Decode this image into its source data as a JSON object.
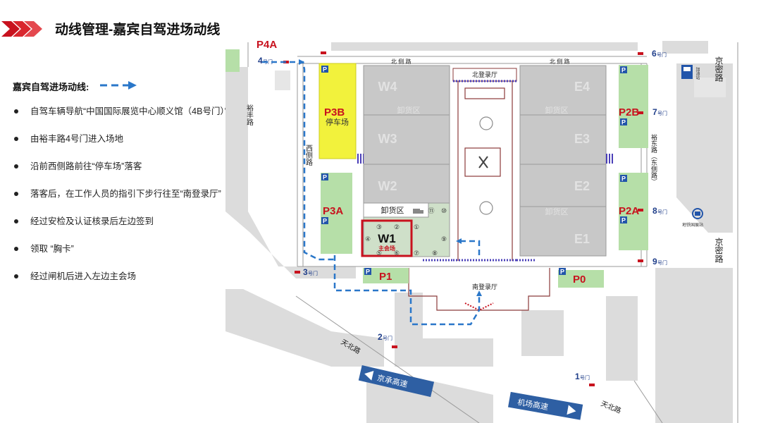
{
  "header": {
    "title": "动线管理-嘉宾自驾进场动线"
  },
  "legend": {
    "title": "嘉宾自驾进场动线:",
    "steps": [
      "自驾车辆导航“中国国际展览中心顺义馆（4B号门）”",
      "由裕丰路4号门进入场地",
      "沿前西侧路前往“停车场”落客",
      "落客后，在工作人员的指引下步行往至“南登录厅”",
      "经过安检及认证核录后左边签到",
      "领取 “胸卡”",
      "经过闸机后进入左边主会场"
    ]
  },
  "map": {
    "roads": {
      "north_side_1": "北 侧 路",
      "north_side_2": "北 侧 路",
      "yufeng": "裕丰路",
      "west_side": "西侧路",
      "yudong": "裕东路（东侧路）",
      "jingmi_1": "京密路",
      "jingmi_2": "京密路",
      "tianbei_1": "天北路",
      "tianbei_2": "天北路",
      "jingcheng": "京承高速",
      "airport": "机场高速"
    },
    "halls": {
      "w4": "W4",
      "w3": "W3",
      "w2": "W2",
      "w1": "W1",
      "e4": "E4",
      "e3": "E3",
      "e2": "E2",
      "e1": "E1",
      "unload_1": "卸货区",
      "unload_2": "卸货区",
      "unload_3": "卸货区",
      "unload_w": "卸货区",
      "main_venue": "主会场",
      "north_hall": "北登录厅",
      "south_hall": "南登录厅"
    },
    "parking": {
      "p4a": "P4A",
      "p3b": "P3B",
      "p3b_label": "停车场",
      "p3a": "P3A",
      "p2b": "P2B",
      "p2a": "P2A",
      "p1": "P1",
      "p0": "P0",
      "p_icon": "P"
    },
    "gates": {
      "g1_num": "1",
      "g2_num": "2",
      "g3_num": "3",
      "g4_num": "4",
      "g6_num": "6",
      "g7_num": "7",
      "g8_num": "8",
      "g9_num": "9",
      "suffix": "号门"
    },
    "w1_zones": [
      "①",
      "②",
      "③",
      "④",
      "⑤",
      "⑥",
      "⑦",
      "⑧",
      "⑨",
      "⑩",
      "⑪"
    ],
    "pois": {
      "gas": "加油站",
      "subway": "地铁国展站"
    },
    "colors": {
      "route": "#2a77c9",
      "red": "#c8121e",
      "hall_gray": "#c8c8c8",
      "park_green": "#b6dfa8",
      "p3b_yellow": "#f2f23c",
      "w1_green": "#cfe0c9",
      "purple": "#4a3fb8"
    }
  }
}
